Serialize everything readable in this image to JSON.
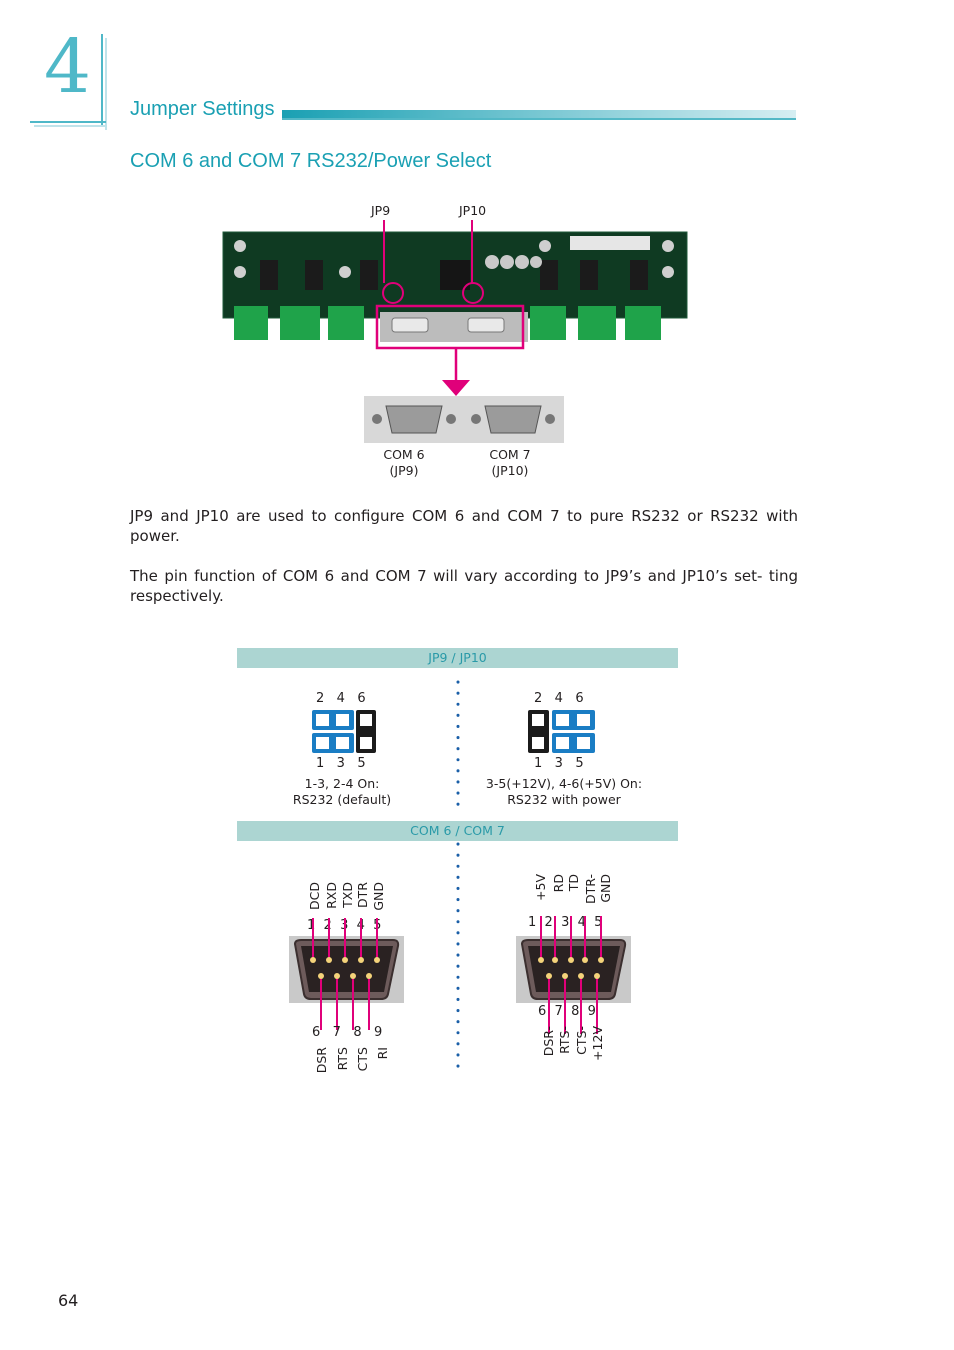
{
  "chapter": {
    "number": "4",
    "section": "Jumper Settings"
  },
  "heading": "COM 6 and COM 7 RS232/Power Select",
  "board_labels": {
    "jp9": "JP9",
    "jp10": "JP10"
  },
  "connectors": {
    "com6": {
      "name": "COM 6",
      "jumper": "(JP9)"
    },
    "com7": {
      "name": "COM 7",
      "jumper": "(JP10)"
    }
  },
  "paragraphs": [
    "JP9 and JP10 are used to configure COM 6 and COM 7 to pure RS232 or RS232 with power.",
    "The pin function of COM 6 and COM 7 will vary according to JP9’s and JP10’s set- ting respectively."
  ],
  "table": {
    "header1": "JP9 / JP10",
    "header2": "COM 6 / COM 7",
    "left": {
      "top_pins": "2   4   6",
      "bottom_pins": "1   3   5",
      "caption_line1": "1-3, 2-4 On:",
      "caption_line2": "RS232 (default)"
    },
    "right": {
      "top_pins": "2   4   6",
      "bottom_pins": "1   3   5",
      "caption_line1": "3-5(+12V), 4-6(+5V) On:",
      "caption_line2": "RS232 with power"
    },
    "db9_left": {
      "top_nums": "1  2  3  4  5",
      "bottom_nums": "6   7   8   9",
      "top_signals": [
        "DCD",
        "RXD",
        "TXD",
        "DTR",
        "GND"
      ],
      "bottom_signals": [
        "DSR",
        "RTS",
        "CTS",
        "RI"
      ]
    },
    "db9_right": {
      "top_nums": "1  2  3  4  5",
      "bottom_nums": "6  7  8  9",
      "top_signals": [
        "+5V",
        "RD",
        "TD",
        "DTR-",
        "GND"
      ],
      "bottom_signals": [
        "DSR-",
        "RTS-",
        "CTS-",
        "+12V"
      ]
    }
  },
  "colors": {
    "accent": "#1aa0b3",
    "pointer": "#e0007a",
    "jumper_on": "#1a7dc4",
    "table_bar": "#acd5d2"
  },
  "page_number": "64"
}
